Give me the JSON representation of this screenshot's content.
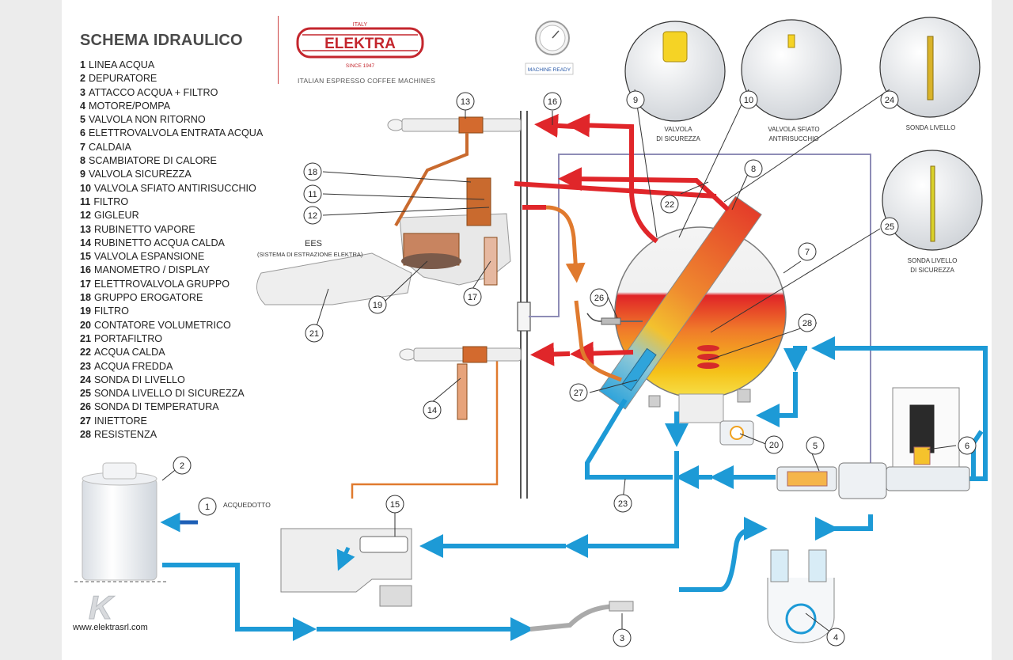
{
  "header": {
    "title": "SCHEMA IDRAULICO",
    "brand_name": "ELEKTRA",
    "brand_top": "ITALY",
    "brand_since": "SINCE 1947",
    "brand_tagline": "ITALIAN ESPRESSO COFFEE MACHINES"
  },
  "legend": [
    {
      "num": "1",
      "label": "LINEA ACQUA"
    },
    {
      "num": "2",
      "label": "DEPURATORE"
    },
    {
      "num": "3",
      "label": "ATTACCO ACQUA + FILTRO"
    },
    {
      "num": "4",
      "label": "MOTORE/POMPA"
    },
    {
      "num": "5",
      "label": "VALVOLA NON RITORNO"
    },
    {
      "num": "6",
      "label": "ELETTROVALVOLA ENTRATA ACQUA"
    },
    {
      "num": "7",
      "label": "CALDAIA"
    },
    {
      "num": "8",
      "label": "SCAMBIATORE DI CALORE"
    },
    {
      "num": "9",
      "label": "VALVOLA SICUREZZA"
    },
    {
      "num": "10",
      "label": "VALVOLA SFIATO ANTIRISUCCHIO"
    },
    {
      "num": "11",
      "label": "FILTRO"
    },
    {
      "num": "12",
      "label": "GIGLEUR"
    },
    {
      "num": "13",
      "label": "RUBINETTO VAPORE"
    },
    {
      "num": "14",
      "label": "RUBINETTO ACQUA CALDA"
    },
    {
      "num": "15",
      "label": "VALVOLA ESPANSIONE"
    },
    {
      "num": "16",
      "label": "MANOMETRO / DISPLAY"
    },
    {
      "num": "17",
      "label": "ELETTROVALVOLA GRUPPO"
    },
    {
      "num": "18",
      "label": "GRUPPO EROGATORE"
    },
    {
      "num": "19",
      "label": "FILTRO"
    },
    {
      "num": "20",
      "label": "CONTATORE VOLUMETRICO"
    },
    {
      "num": "21",
      "label": "PORTAFILTRO"
    },
    {
      "num": "22",
      "label": "ACQUA CALDA"
    },
    {
      "num": "23",
      "label": "ACQUA FREDDA"
    },
    {
      "num": "24",
      "label": "SONDA DI LIVELLO"
    },
    {
      "num": "25",
      "label": "SONDA LIVELLO DI SICUREZZA"
    },
    {
      "num": "26",
      "label": "SONDA DI TEMPERATURA"
    },
    {
      "num": "27",
      "label": "INIETTORE"
    },
    {
      "num": "28",
      "label": "RESISTENZA"
    }
  ],
  "callouts": [
    "1",
    "2",
    "3",
    "4",
    "5",
    "6",
    "7",
    "8",
    "9",
    "10",
    "11",
    "12",
    "13",
    "14",
    "15",
    "16",
    "17",
    "18",
    "19",
    "20",
    "21",
    "22",
    "23",
    "24",
    "25",
    "26",
    "27",
    "28"
  ],
  "annotations": {
    "ees": "EES",
    "ees_sub": "(SISTEMA DI ESTRAZIONE ELEKTRA)",
    "acquedotto": "ACQUEDOTTO",
    "machine_ready": "MACHINE READY",
    "detail_9_l1": "VALVOLA",
    "detail_9_l2": "DI SICUREZZA",
    "detail_10_l1": "VALVOLA SFIATO",
    "detail_10_l2": "ANTIRISUCCHIO",
    "detail_24_l1": "SONDA LIVELLO",
    "detail_25_l1": "SONDA LIVELLO",
    "detail_25_l2": "DI SICUREZZA"
  },
  "footer": {
    "website": "www.elektrasrl.com",
    "logo_letter": "K"
  },
  "colors": {
    "hot_water": "#e0262a",
    "cold_water": "#1d9ad6",
    "mixed_water": "#e07a2e",
    "signal_line": "#8e8cb6",
    "pipe_gray": "#9a9a9a"
  }
}
